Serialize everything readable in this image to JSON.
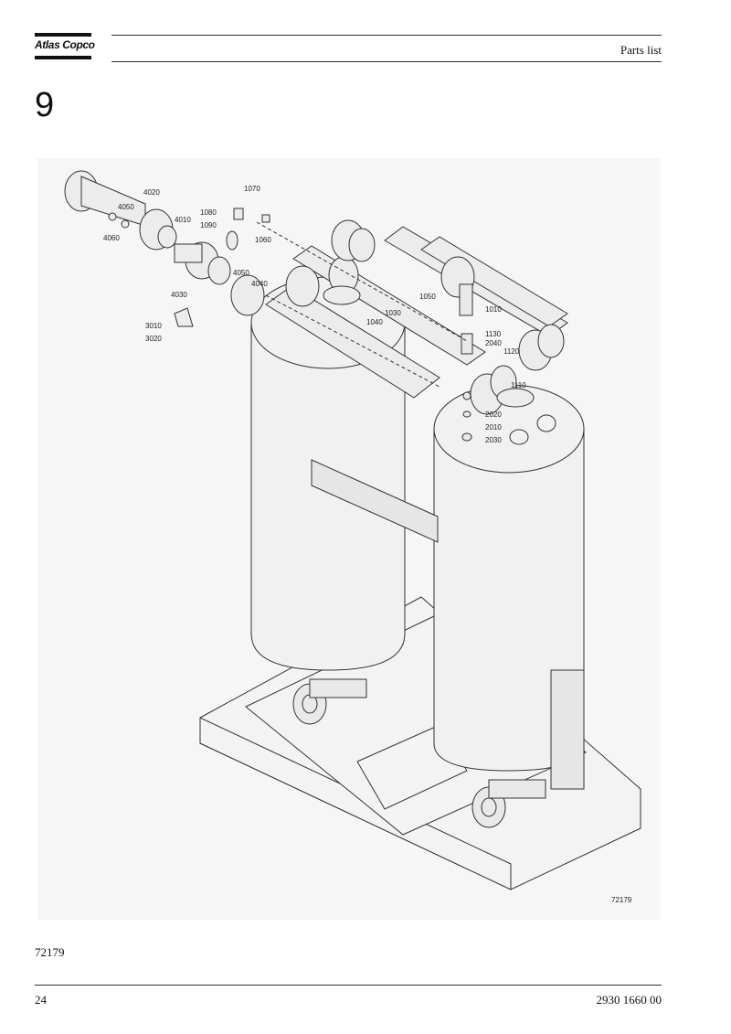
{
  "header": {
    "logo_text": "Atlas Copco",
    "title": "Parts list"
  },
  "section": {
    "number": "9"
  },
  "figure": {
    "drawing_number": "72179",
    "callouts": [
      "1010",
      "1030",
      "1040",
      "1050",
      "1060",
      "1070",
      "1080",
      "1090",
      "1110",
      "1120",
      "1130",
      "2010",
      "2020",
      "2030",
      "2040",
      "3010",
      "3020",
      "4010",
      "4020",
      "4030",
      "4040",
      "4050",
      "4050",
      "4060"
    ]
  },
  "caption": "72179",
  "footer": {
    "page_number": "24",
    "document_number": "2930 1660 00"
  }
}
